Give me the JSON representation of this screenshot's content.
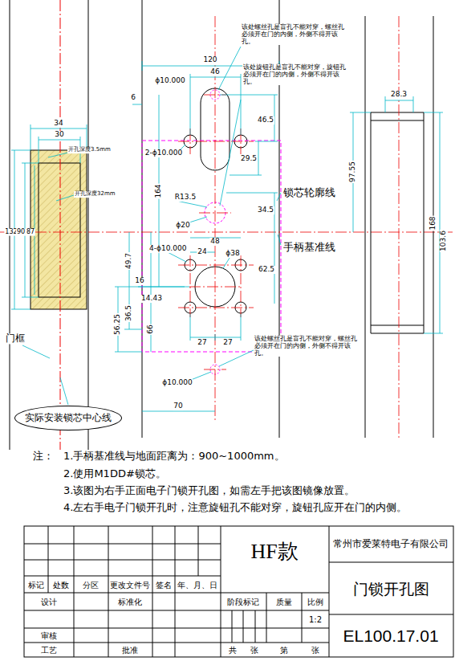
{
  "diagram": {
    "nodes": [
      {
        "text": [
          "实际安装锁芯中心线"
        ]
      }
    ],
    "labels": [
      "该处螺丝孔是盲孔不能对穿，螺丝孔必须开在门的内侧，外侧不得开该孔。",
      "该处旋钮孔是盲孔不能对穿，旋钮孔必须开在门的内侧，外侧不得开该孔。",
      "120",
      "46",
      "ϕ10.000",
      "6",
      "2-ϕ10.000",
      "46.5",
      "29.5",
      "164",
      "R13.5",
      "34.5",
      "锁芯轮廓线",
      "ϕ20",
      "48",
      "4-ϕ10.000",
      "ϕ38",
      "24",
      "62.5",
      "手柄基准线",
      "49.7",
      "16",
      "14.43",
      "36.5",
      "56.25",
      "66",
      "27",
      "27",
      "该处螺丝孔是盲孔不能对穿，螺丝孔必须开在门的内侧，外侧不得开该孔。",
      "ϕ10.000",
      "70",
      "34",
      "30",
      "开孔深度3.5mm",
      "开孔深度32mm",
      "132",
      "90",
      "87",
      "门框",
      "28.3",
      "97.55",
      "168",
      "103.6",
      "注：",
      "1.手柄基准线与地面距离为：900~1000mm。",
      "2.使用M1DD#锁芯。",
      "3.该图为右手正面电子门锁开孔图，如需左手把该图镜像放置。",
      "4.左右手电子门锁开孔时，注意旋钮孔不能对穿，旋钮孔应开在门的内侧。",
      "HF款",
      "常州市爱莱特电子有限公司",
      "门锁开孔图",
      "标记",
      "处数",
      "分区",
      "更改文件号",
      "签名",
      "年、月、日",
      "阶段标记",
      "质量",
      "比例",
      "设计",
      "标准化",
      "1:2",
      "审核",
      "工艺",
      "批准",
      "共",
      "张",
      "第",
      "张",
      "EL100.17.01"
    ]
  }
}
